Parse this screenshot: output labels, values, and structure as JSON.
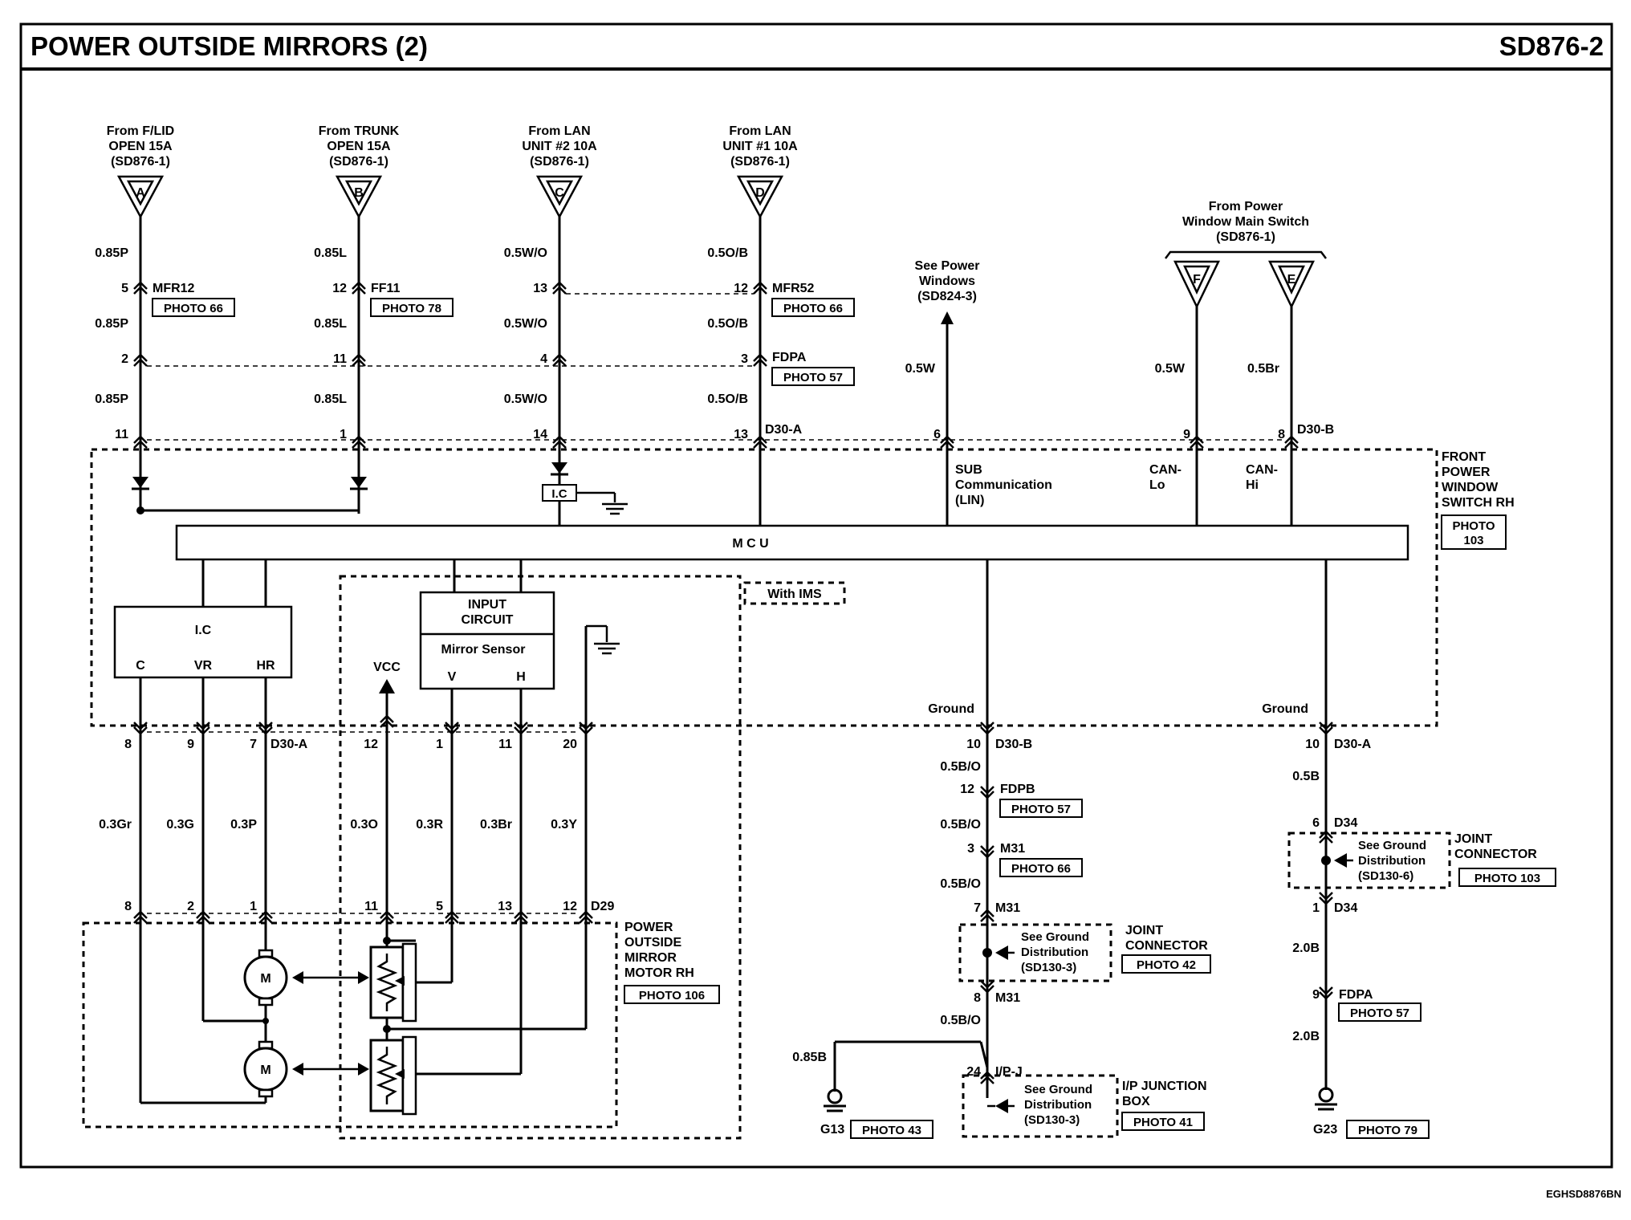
{
  "header": {
    "title": "POWER OUTSIDE MIRRORS (2)",
    "code": "SD876-2"
  },
  "footer": {
    "image_code": "EGHSD8876BN"
  },
  "sources": [
    {
      "letter": "A",
      "line1": "From F/LID",
      "line2": "OPEN 15A",
      "line3": "(SD876-1)"
    },
    {
      "letter": "B",
      "line1": "From TRUNK",
      "line2": "OPEN 15A",
      "line3": "(SD876-1)"
    },
    {
      "letter": "C",
      "line1": "From LAN",
      "line2": "UNIT #2 10A",
      "line3": "(SD876-1)"
    },
    {
      "letter": "D",
      "line1": "From LAN",
      "line2": "UNIT #1 10A",
      "line3": "(SD876-1)"
    },
    {
      "letter": "F",
      "line1": "",
      "line2": "",
      "line3": ""
    },
    {
      "letter": "E",
      "line1": "",
      "line2": "",
      "line3": ""
    }
  ],
  "power_window_source": {
    "line1": "From Power",
    "line2": "Window Main Switch",
    "line3": "(SD876-1)"
  },
  "see_power_windows": {
    "line1": "See Power",
    "line2": "Windows",
    "line3": "(SD824-3)"
  },
  "wires": {
    "a": [
      "0.85P",
      "0.85P",
      "0.85P"
    ],
    "b": [
      "0.85L",
      "0.85L",
      "0.85L"
    ],
    "c": [
      "0.5W/O",
      "0.5W/O",
      "0.5W/O"
    ],
    "d": [
      "0.5O/B",
      "0.5O/B",
      "0.5O/B"
    ],
    "lin": "0.5W",
    "f": "0.5W",
    "e": "0.5Br",
    "mirror": [
      "0.3Gr",
      "0.3G",
      "0.3P",
      "0.3O",
      "0.3R",
      "0.3Br",
      "0.3Y"
    ],
    "gnd_b": [
      "0.5B/O",
      "0.5B/O",
      "0.5B/O",
      "0.5B/O"
    ],
    "g13": "0.85B",
    "gnd_a": [
      "0.5B",
      "2.0B",
      "2.0B"
    ]
  },
  "connectors": {
    "mfr12": "MFR12",
    "ff11": "FF11",
    "mfr52": "MFR52",
    "fdpa": "FDPA",
    "d30a": "D30-A",
    "d30b": "D30-B",
    "d29": "D29",
    "fdpb": "FDPB",
    "m31": "M31",
    "ipj": "I/P-J",
    "d34": "D34"
  },
  "pins": {
    "a": [
      "5",
      "2",
      "11"
    ],
    "b": [
      "12",
      "11",
      "1"
    ],
    "c": [
      "13",
      "4",
      "14"
    ],
    "d": [
      "12",
      "3",
      "13"
    ],
    "lin": "6",
    "f": "9",
    "e": "8",
    "mirror_top": [
      "8",
      "9",
      "7",
      "12",
      "1",
      "11",
      "20"
    ],
    "mirror_bottom": [
      "8",
      "2",
      "1",
      "11",
      "5",
      "13",
      "12"
    ],
    "gnd_b": [
      "10",
      "12",
      "3",
      "7",
      "8",
      "24"
    ],
    "gnd_a": [
      "10",
      "6",
      "1",
      "9"
    ]
  },
  "photos": {
    "mfr12": "PHOTO 66",
    "ff11": "PHOTO 78",
    "mfr52": "PHOTO 66",
    "fdpa": "PHOTO 57",
    "fpws": "PHOTO 103",
    "motor": "PHOTO 106",
    "fdpb": "PHOTO 57",
    "mfr52_low": "PHOTO 66",
    "jc42": "PHOTO 42",
    "jb41": "PHOTO 41",
    "g13": "PHOTO 43",
    "fdpa_low": "PHOTO 57",
    "jc103": "PHOTO 103",
    "g23": "PHOTO 79"
  },
  "module": {
    "name_lines": [
      "FRONT",
      "POWER",
      "WINDOW",
      "SWITCH RH"
    ],
    "mcu": "M C U",
    "ic": "I.C",
    "ic_small": "I.C",
    "ic_pins": [
      "C",
      "VR",
      "HR"
    ],
    "input_circuit": [
      "INPUT",
      "CIRCUIT"
    ],
    "mirror_sensor": "Mirror Sensor",
    "sensor_pins": [
      "V",
      "H"
    ],
    "vcc": "VCC",
    "with_ims": "With IMS",
    "sub_comm": [
      "SUB",
      "Communication",
      "(LIN)"
    ],
    "can_lo": [
      "CAN-",
      "Lo"
    ],
    "can_hi": [
      "CAN-",
      "Hi"
    ],
    "ground_b": "Ground",
    "ground_a": "Ground"
  },
  "motor": {
    "name_lines": [
      "POWER",
      "OUTSIDE",
      "MIRROR",
      "MOTOR RH"
    ],
    "motor_label": "M"
  },
  "ground_dist": {
    "m31": [
      "See Ground",
      "Distribution",
      "(SD130-3)"
    ],
    "ipj": [
      "See Ground",
      "Distribution",
      "(SD130-3)"
    ],
    "d34": [
      "See Ground",
      "Distribution",
      "(SD130-6)"
    ]
  },
  "joint_connector": [
    "JOINT",
    "CONNECTOR"
  ],
  "ip_junction_box": [
    "I/P JUNCTION",
    "BOX"
  ],
  "grounds": {
    "g13": "G13",
    "g23": "G23"
  }
}
